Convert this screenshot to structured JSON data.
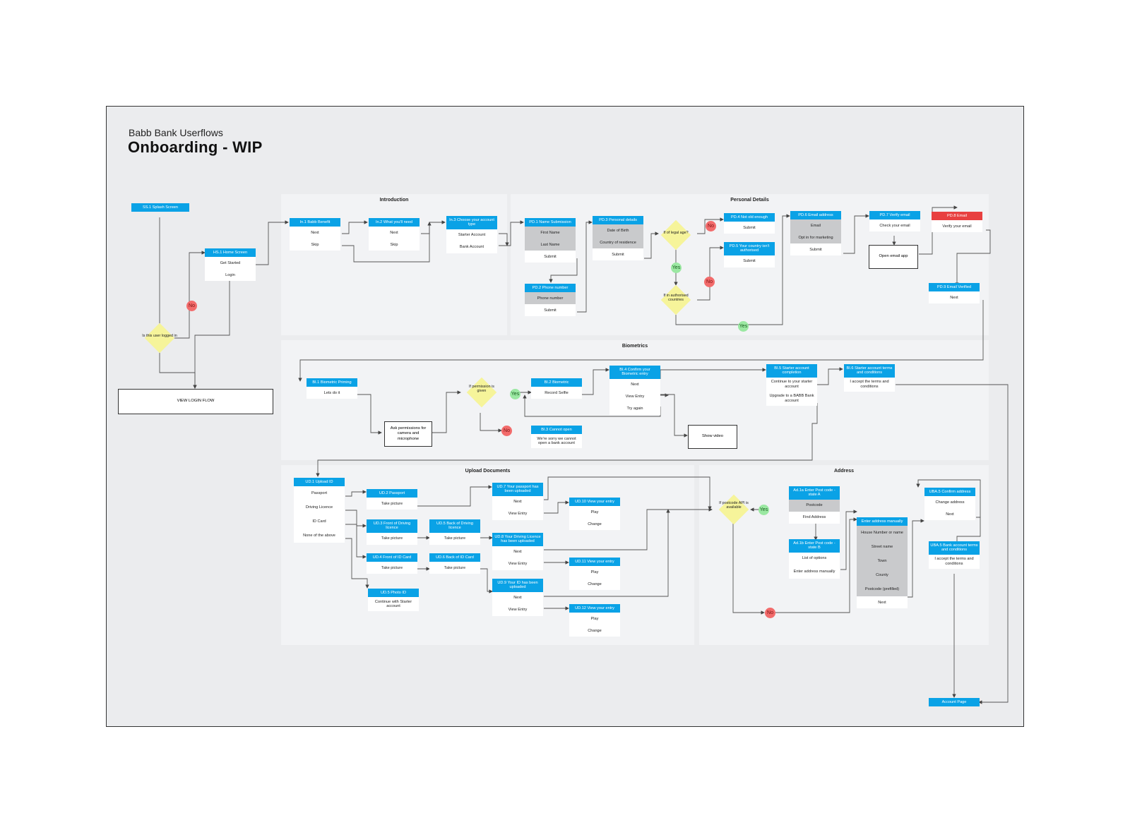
{
  "header": {
    "subtitle": "Babb Bank Userflows",
    "title": "Onboarding - WIP"
  },
  "panels": {
    "introduction": "Introduction",
    "personal_details": "Personal Details",
    "biometrics": "Biometrics",
    "upload_documents": "Upload Documents",
    "address": "Address"
  },
  "cards": {
    "ss1": {
      "title": "SS.1 Splash Screen"
    },
    "hs1": {
      "title": "HS.1 Home Screen",
      "rows": [
        "Get Started",
        "Login"
      ]
    },
    "in1": {
      "title": "In.1 Babb Benefit",
      "rows": [
        "Next",
        "Skip"
      ]
    },
    "in2": {
      "title": "In.2 What you'll need",
      "rows": [
        "Next",
        "Skip"
      ]
    },
    "in3": {
      "title": "In.3 Choose your account type",
      "rows": [
        "Starter Account",
        "Bank Account"
      ]
    },
    "pd1": {
      "title": "PD.1 Name Submission",
      "rows": [
        "First Name",
        "Last Name",
        "Submit"
      ]
    },
    "pd2": {
      "title": "PD.2 Phone number",
      "rows": [
        "Phone number",
        "Submit"
      ]
    },
    "pd3": {
      "title": "PD.3 Personal details",
      "rows": [
        "Date of Birth",
        "Country of residence",
        "Submit"
      ]
    },
    "pd4": {
      "title": "PD.4 Not old enough",
      "rows": [
        "Submit"
      ]
    },
    "pd5": {
      "title": "PD.5 Your country isn't authorised",
      "rows": [
        "Submit"
      ]
    },
    "pd6": {
      "title": "PD.6 Email address",
      "rows": [
        "Email",
        "Opt in for marketing",
        "Submit"
      ]
    },
    "pd7": {
      "title": "PD.7 Verify email",
      "rows": [
        "Check your email"
      ]
    },
    "pd8": {
      "title": "PD.8 Email",
      "rows": [
        "Verify your email"
      ]
    },
    "pd9": {
      "title": "PD.9 Email Verified",
      "rows": [
        "Next"
      ]
    },
    "bi1": {
      "title": "BI.1 Biometric Priming",
      "rows": [
        "Lets do it"
      ]
    },
    "bi2": {
      "title": "BI.2 Biometric",
      "rows": [
        "Record Selfie"
      ]
    },
    "bi3": {
      "title": "BI.3 Cannot open",
      "rows": [
        "We're sorry we cannot open a bank account"
      ]
    },
    "bi4": {
      "title": "BI.4 Confirm your Biometric entry",
      "rows": [
        "Next",
        "View Entry",
        "Try again"
      ]
    },
    "bi5": {
      "title": "BI.5 Starter account completion",
      "rows": [
        "Continue to your starter account",
        "Upgrade to a BABB Bank account"
      ]
    },
    "bi6": {
      "title": "BI.6 Starter account terms and conditions",
      "rows": [
        "I accept the terms and conditions"
      ]
    },
    "ud1": {
      "title": "UD.1 Upload ID",
      "rows": [
        "Passport",
        "Driving Licence",
        "ID Card",
        "None of the above"
      ]
    },
    "ud2": {
      "title": "UD.2 Passport",
      "rows": [
        "Take picture"
      ]
    },
    "ud3": {
      "title": "UD.3 Front of Driving licence",
      "rows": [
        "Take picture"
      ]
    },
    "ud4": {
      "title": "UD.4 Front of ID Card",
      "rows": [
        "Take picture"
      ]
    },
    "ud5": {
      "title": "UD.5 Photo ID",
      "rows": [
        "Continue with Starter account"
      ]
    },
    "ud5b": {
      "title": "UD.5 Back of Driving licence",
      "rows": [
        "Take picture"
      ]
    },
    "ud6": {
      "title": "UD.6 Back of ID Card",
      "rows": [
        "Take picture"
      ]
    },
    "ud7": {
      "title": "UD.7 Your passport has been uploaded",
      "rows": [
        "Next",
        "View Entry"
      ]
    },
    "ud8": {
      "title": "UD.8 Your Driving Licence has been uploaded",
      "rows": [
        "Next",
        "View Entry"
      ]
    },
    "ud9": {
      "title": "UD.9 Your ID has been uploaded",
      "rows": [
        "Next",
        "View Entry"
      ]
    },
    "ud10": {
      "title": "UD.10 View your entry",
      "rows": [
        "Play",
        "Change"
      ]
    },
    "ud11": {
      "title": "UD.11 View your entry",
      "rows": [
        "Play",
        "Change"
      ]
    },
    "ud12": {
      "title": "UD.12 View your entry",
      "rows": [
        "Play",
        "Change"
      ]
    },
    "ad1a": {
      "title": "Ad.1a Enter Post code - state A",
      "rows": [
        "Postcode",
        "Find Address"
      ]
    },
    "ad1b": {
      "title": "Ad.1b Enter Post code - state B",
      "rows": [
        "List of options",
        "Enter address manually"
      ]
    },
    "ad2": {
      "title": "Enter address manually",
      "rows": [
        "House Number or name",
        "Street name",
        "Town",
        "County",
        "Postcode (prefilled)",
        "Next"
      ]
    },
    "uba5": {
      "title": "UBA.5 Confirm address",
      "rows": [
        "Change address",
        "Next"
      ]
    },
    "uba5b": {
      "title": "UBA.5 Bank account terms and conditions",
      "rows": [
        "I accept the terms and conditions"
      ]
    },
    "account": {
      "title": "Account Page"
    }
  },
  "decisions": {
    "logged_in": "Is this user logged in",
    "legal_age": "If of legal age?",
    "authorised": "If in authorised countries",
    "permission": "If permission is given",
    "postcode_api": "If postcode API is available"
  },
  "boxes": {
    "view_login": "VIEW LOGIN FLOW",
    "open_email": "Open email app",
    "ask_perm": "Ask permissions for camera and microphone",
    "show_video": "Show video"
  },
  "badges": {
    "yes": "Yes",
    "no": "No"
  },
  "colors": {
    "card_header": "#0aa2e6",
    "error_header": "#e84040",
    "decision": "#f6f49a",
    "no_badge": "#f26b6b",
    "yes_badge": "#9be8a2"
  }
}
